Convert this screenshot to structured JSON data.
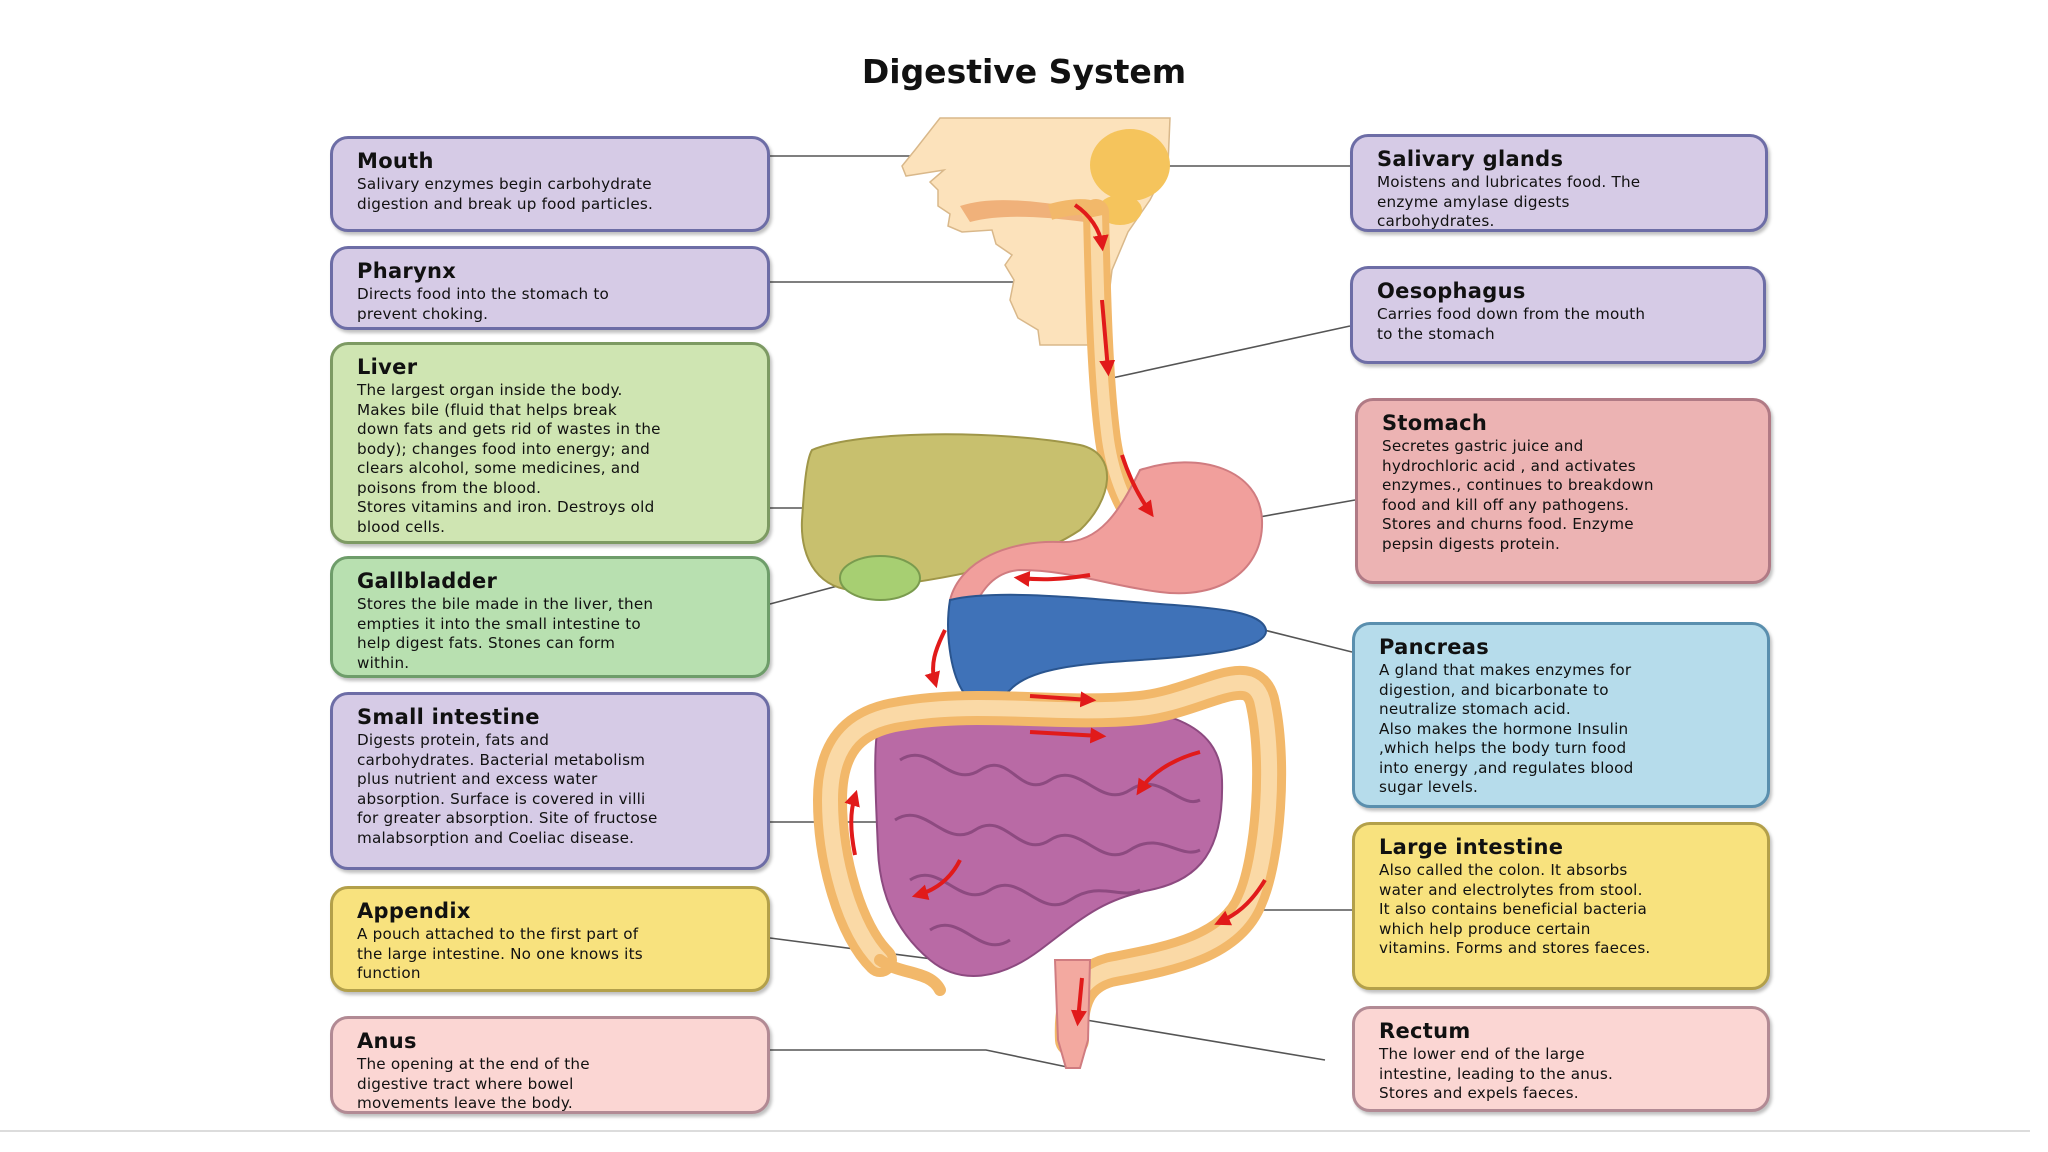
{
  "title": "Digestive System",
  "colors": {
    "purple": "#d6cbe6",
    "green": "#cfe5b2",
    "yellow": "#f8e27e",
    "pink": "#fbd6d3",
    "salmon": "#ecb3b3",
    "blue": "#b6dceb",
    "arrow": "#e11a1a"
  },
  "labels": {
    "mouth": {
      "title": "Mouth",
      "text": "Salivary enzymes begin carbohydrate\ndigestion and break up food particles."
    },
    "pharynx": {
      "title": "Pharynx",
      "text": "Directs food into the stomach to\nprevent choking."
    },
    "liver": {
      "title": "Liver",
      "text": "The largest organ inside the body.\nMakes bile (fluid that helps break\ndown fats and gets rid of wastes in the\nbody); changes food into energy; and\nclears alcohol, some medicines, and\npoisons from the blood.\nStores vitamins and iron. Destroys old\nblood cells."
    },
    "gallbladder": {
      "title": "Gallbladder",
      "text": "Stores the bile made in the liver, then\nempties it into the small intestine to\nhelp digest fats. Stones can form\nwithin."
    },
    "small_intestine": {
      "title": "Small intestine",
      "text": "Digests protein, fats and\ncarbohydrates.  Bacterial metabolism\nplus nutrient and excess water\nabsorption. Surface is covered in villi\nfor greater absorption. Site of fructose\nmalabsorption and Coeliac disease."
    },
    "appendix": {
      "title": "Appendix",
      "text": "A pouch attached to the first part of\nthe large intestine. No one knows its\nfunction"
    },
    "anus": {
      "title": "Anus",
      "text": "The opening at the end of the\ndigestive tract where bowel\nmovements leave the  body."
    },
    "salivary_glands": {
      "title": "Salivary glands",
      "text": "Moistens and lubricates food. The\nenzyme amylase digests\ncarbohydrates."
    },
    "oesophagus": {
      "title": "Oesophagus",
      "text": "Carries food down from the mouth\nto the stomach"
    },
    "stomach": {
      "title": "Stomach",
      "text": "Secretes  gastric juice and\nhydrochloric acid , and activates\nenzymes., continues to breakdown\nfood and kill off any pathogens.\nStores and churns food. Enzyme\npepsin digests protein."
    },
    "pancreas": {
      "title": "Pancreas",
      "text": "A gland that makes enzymes for\ndigestion, and bicarbonate to\nneutralize stomach acid.\nAlso makes the hormone  Insulin\n,which helps the body turn food\ninto energy ,and regulates blood\nsugar levels."
    },
    "large_intestine": {
      "title": "Large intestine",
      "text": "Also called the colon. It absorbs\nwater and electrolytes from stool.\nIt also contains beneficial bacteria\nwhich help produce certain\nvitamins. Forms and stores faeces."
    },
    "rectum": {
      "title": "Rectum",
      "text": "The lower end of the large\nintestine, leading to the anus.\nStores and expels faeces."
    }
  }
}
